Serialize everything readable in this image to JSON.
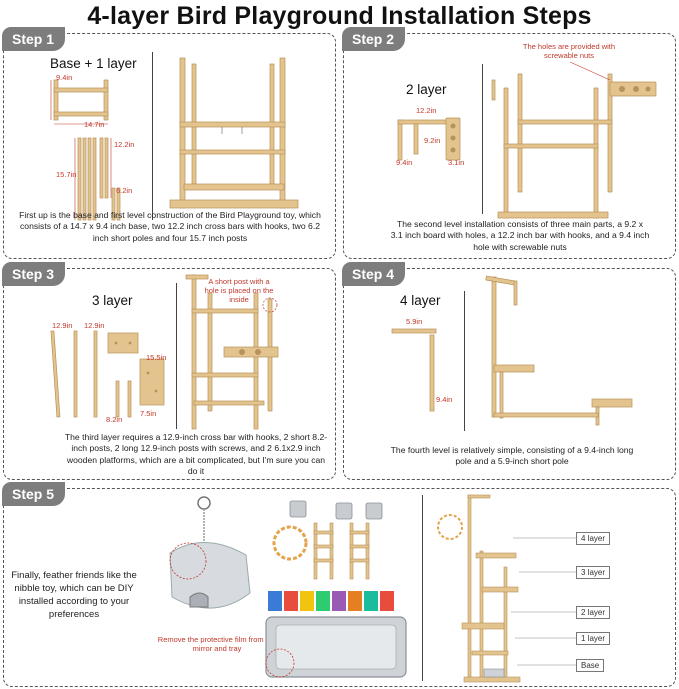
{
  "title": "4-layer Bird Playground Installation Steps",
  "colors": {
    "wood": "#e3c38e",
    "wood_edge": "#b8925a",
    "dimension": "#c0392b",
    "badge": "#7d7d7d"
  },
  "step1": {
    "badge": "Step 1",
    "layer_label": "Base + 1 layer",
    "dims": [
      "9.4in",
      "14.7in",
      "12.2in",
      "15.7in",
      "6.2in"
    ],
    "description": "First up is the base and first level construction of the Bird Playground toy, which consists of a 14.7 x 9.4 inch base, two 12.2 inch cross bars with hooks, two 6.2 inch short poles and four 15.7 inch posts"
  },
  "step2": {
    "badge": "Step 2",
    "layer_label": "2 layer",
    "note": "The holes are provided with screwable nuts",
    "dims": [
      "12.2in",
      "9.2in",
      "9.4in",
      "3.1in"
    ],
    "description": "The second level installation consists of three main parts, a 9.2 x 3.1 inch board with holes, a 12.2 inch bar with hooks, and a 9.4 inch hole with screwable nuts"
  },
  "step3": {
    "badge": "Step 3",
    "layer_label": "3 layer",
    "note": "A short post with a hole is placed on the inside",
    "dims": [
      "12.9in",
      "12.9in",
      "15.5in",
      "8.2in",
      "7.5in"
    ],
    "description": "The third layer requires a 12.9-inch cross bar with hooks, 2 short 8.2-inch posts, 2 long 12.9-inch posts with screws, and 2 6.1x2.9 inch wooden platforms, which are a bit complicated, but I'm sure you can do it"
  },
  "step4": {
    "badge": "Step 4",
    "layer_label": "4 layer",
    "dims": [
      "5.9in",
      "9.4in"
    ],
    "description": "The fourth level is relatively simple, consisting of a 9.4-inch long pole and a 5.9-inch short pole"
  },
  "step5": {
    "badge": "Step 5",
    "description": "Finally, feather friends like the nibble toy, which can be DIY installed according to your preferences",
    "note": "Remove the protective film from the mirror and tray",
    "layer_labels": [
      "4 layer",
      "3 layer",
      "2 layer",
      "1 layer",
      "Base"
    ]
  }
}
